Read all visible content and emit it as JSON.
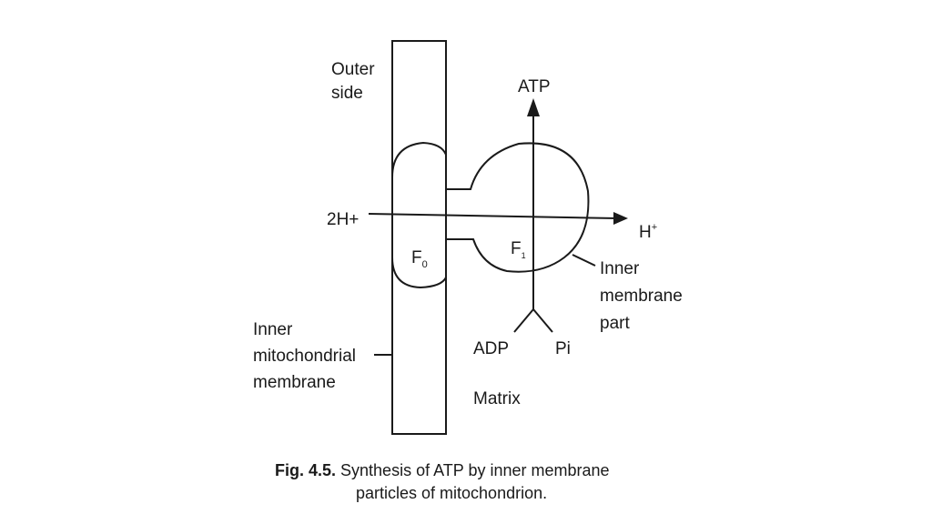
{
  "labels": {
    "outer_side_line1": "Outer",
    "outer_side_line2": "side",
    "atp": "ATP",
    "two_h_plus": "2H+",
    "h_out": "H",
    "h_out_sup": "+",
    "f0_base": "F",
    "f0_sub": "0",
    "f1_base": "F",
    "f1_sub": "1",
    "inner_membrane_part_line1": "Inner",
    "inner_membrane_part_line2": "membrane",
    "inner_membrane_part_line3": "part",
    "adp": "ADP",
    "pi": "Pi",
    "matrix": "Matrix",
    "inner_mito_line1": "Inner",
    "inner_mito_line2": "mitochondrial",
    "inner_mito_line3": "membrane"
  },
  "caption": {
    "fig_label": "Fig. 4.5.",
    "line1": " Synthesis of ATP by inner membrane",
    "line2": "particles of mitochondrion."
  },
  "colors": {
    "ink": "#1a1a1a",
    "background": "#ffffff"
  }
}
